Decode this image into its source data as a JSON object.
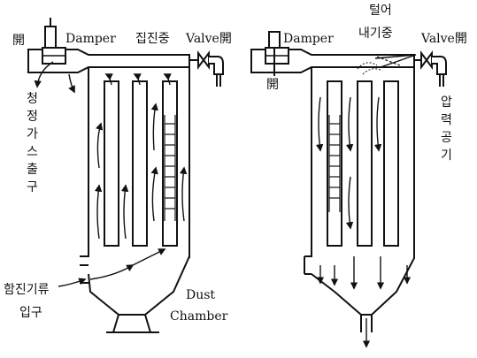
{
  "left": {
    "open_left": "開",
    "damper": "Damper",
    "status": "집진중",
    "valve": "Valve開",
    "clean_gas_outlet": [
      "청",
      "정",
      "가",
      "스",
      "출",
      "구"
    ],
    "inlet_line1": "함진기류",
    "inlet_line2": "입구",
    "dust_line1": "Dust",
    "dust_line2": "Chamber"
  },
  "right": {
    "status_line1": "털어",
    "status_line2": "내기중",
    "damper": "Damper",
    "open_below": "開",
    "valve": "Valve開",
    "compressed_air": [
      "압",
      "력",
      "공",
      "기"
    ]
  }
}
